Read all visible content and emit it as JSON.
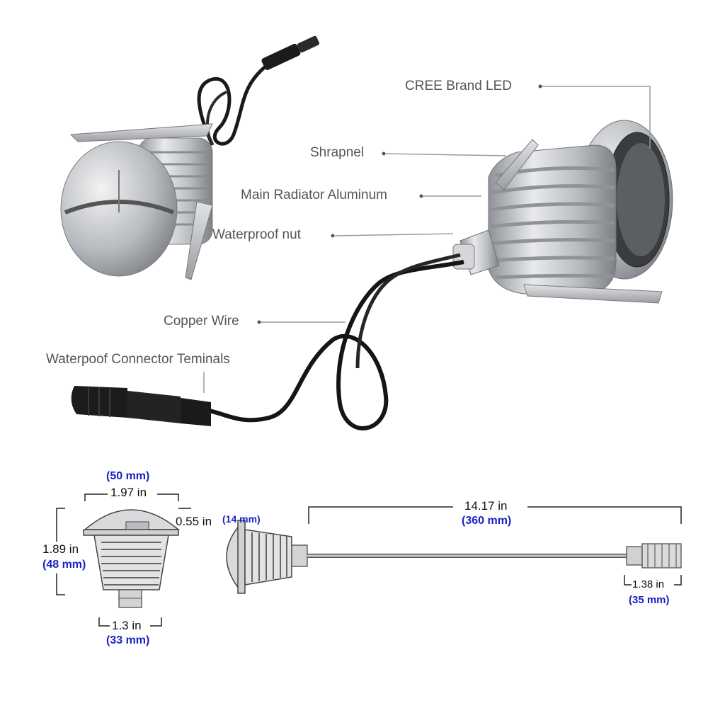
{
  "colors": {
    "metric_text": "#1a23c4",
    "label_text": "#555555",
    "leader_line": "#9a9a9a",
    "aluminum": "#c8cacd",
    "cable": "#1a1a1a"
  },
  "callouts": {
    "cree_led": "CREE Brand LED",
    "shrapnel": "Shrapnel",
    "radiator": "Main Radiator Aluminum",
    "nut": "Waterproof nut",
    "copper_wire": "Copper Wire",
    "connector": "Waterpoof Connector Teminals"
  },
  "dimensions": {
    "top_width_mm": "(50 mm)",
    "top_width_in": "1.97 in",
    "height_in": "1.89 in",
    "height_mm": "(48 mm)",
    "base_width_in": "1.3 in",
    "base_width_mm": "(33 mm)",
    "flange_in": "0.55 in",
    "flange_mm": "(14 mm)",
    "cable_in": "14.17 in",
    "cable_mm": "(360 mm)",
    "connector_in": "1.38 in",
    "connector_mm": "(35 mm)"
  }
}
